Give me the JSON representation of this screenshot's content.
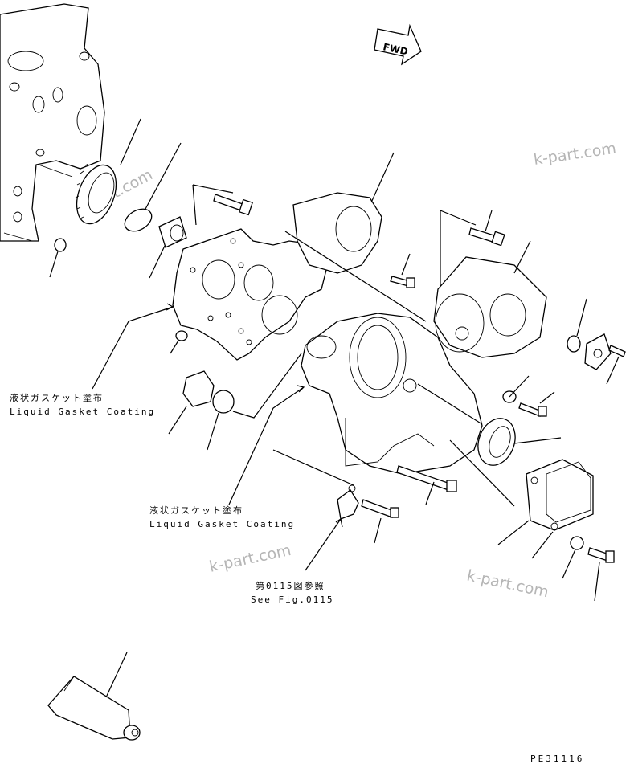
{
  "fwd_badge": "FWD",
  "watermarks": [
    "k-part.com",
    "k-part.com",
    "k-part.com",
    "k-part.com"
  ],
  "callouts": {
    "gasket_upper_jp": "液状ガスケット塗布",
    "gasket_upper_en": "Liquid Gasket Coating",
    "gasket_lower_jp": "液状ガスケット塗布",
    "gasket_lower_en": "Liquid Gasket Coating",
    "ref_jp": "第0115図参照",
    "ref_en": "See Fig.0115"
  },
  "figure_code": "PE31116"
}
